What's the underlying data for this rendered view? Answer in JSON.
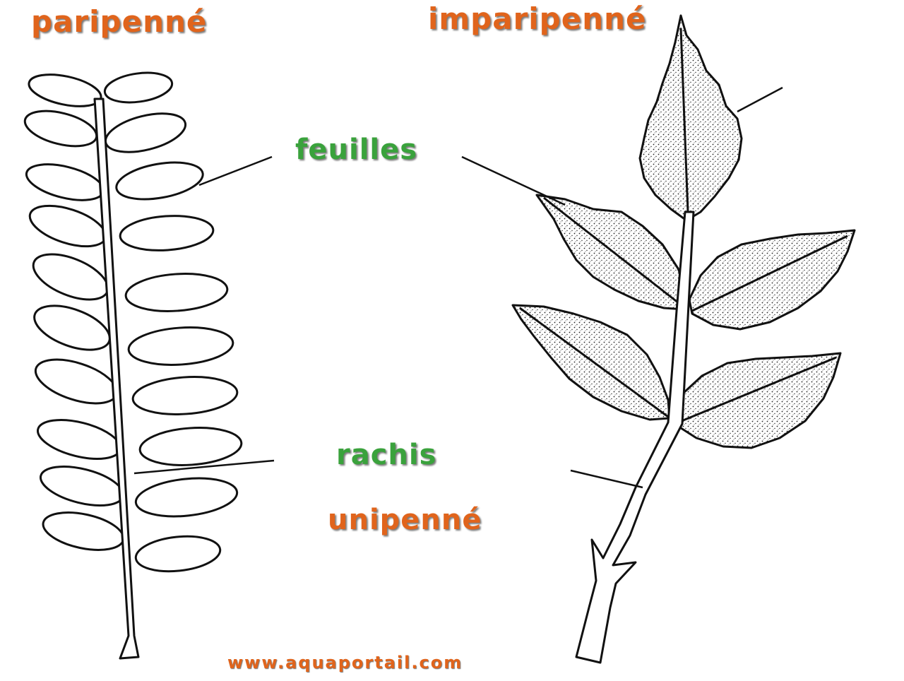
{
  "labels": {
    "paripenne": "paripenné",
    "imparipenne": "imparipenné",
    "feuilles": "feuilles",
    "rachis": "rachis",
    "unipenne": "unipenné",
    "website": "www.aquaportail.com"
  },
  "colors": {
    "title": "#e0641c",
    "part": "#3aa23c",
    "ink": "#111111"
  }
}
